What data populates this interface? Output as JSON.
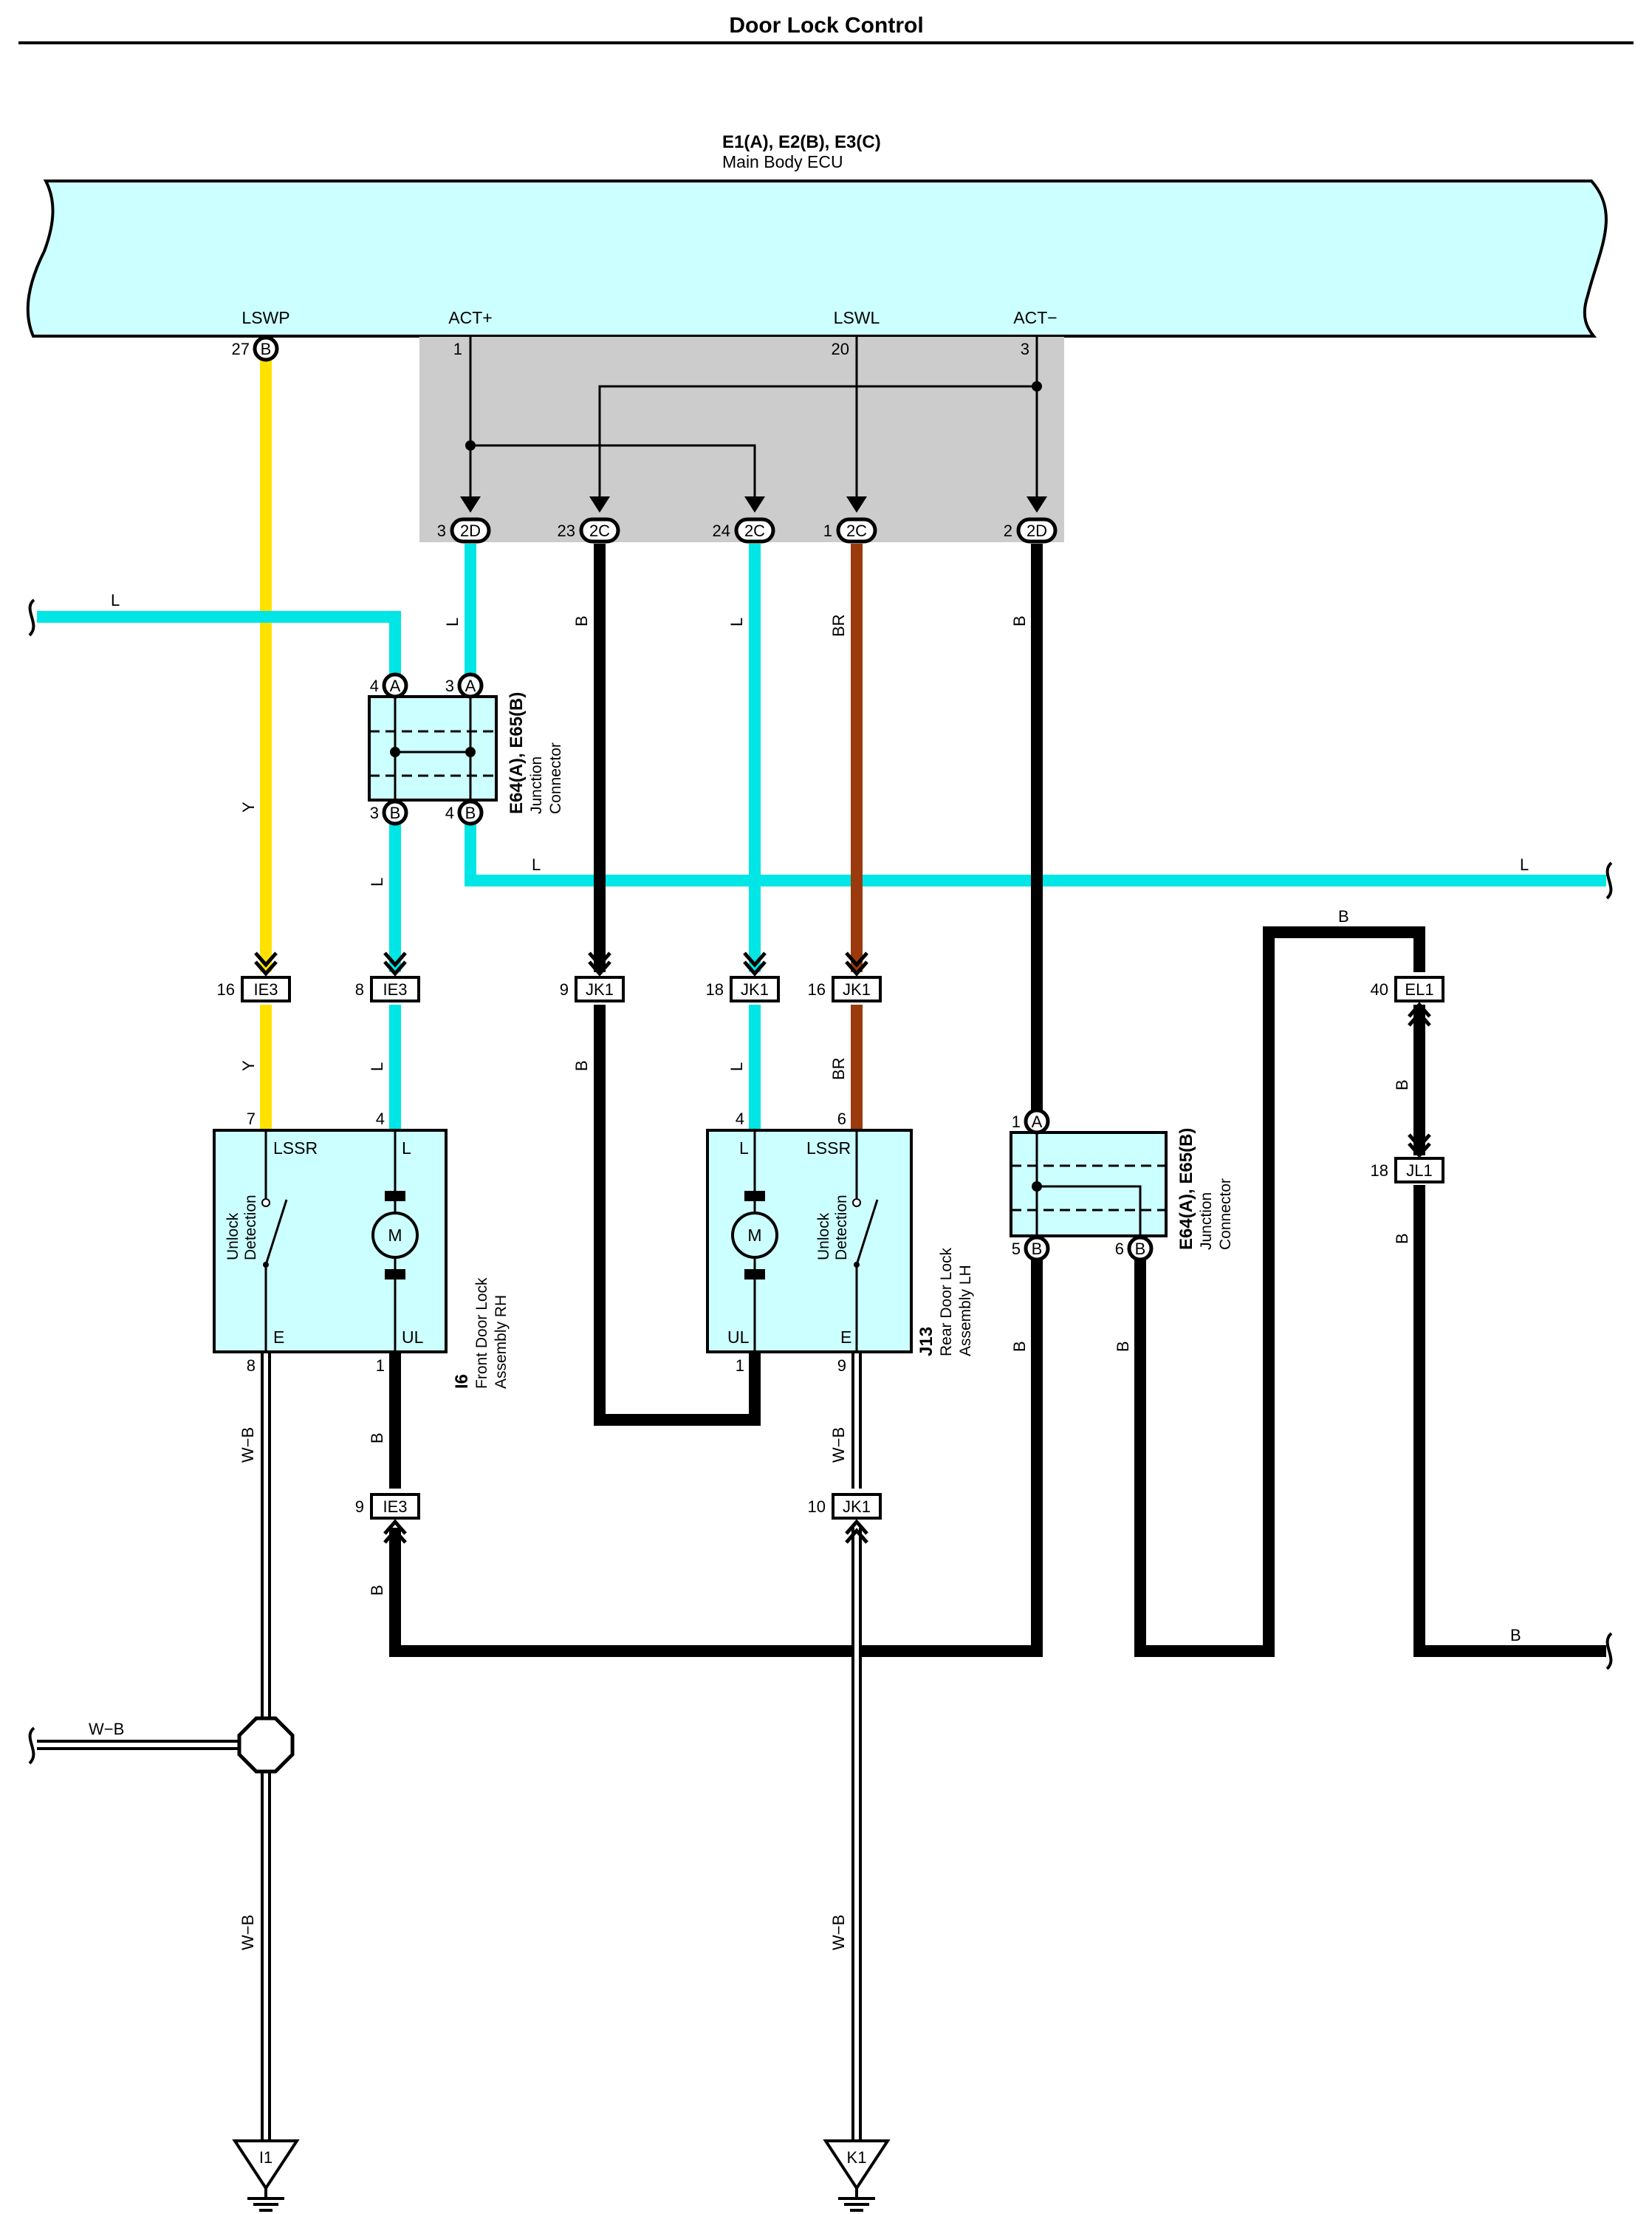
{
  "title": "Door Lock Control",
  "ecu": {
    "code": "E1(A), E2(B), E3(C)",
    "name": "Main Body ECU",
    "pins": {
      "lswp": {
        "label": "LSWP",
        "num": "27",
        "conn": "B"
      },
      "act_plus": {
        "label": "ACT+",
        "num": "1"
      },
      "lswl": {
        "label": "LSWL",
        "num": "20"
      },
      "act_minus": {
        "label": "ACT−",
        "num": "3"
      }
    }
  },
  "ecu_connectors": [
    {
      "num": "3",
      "code": "2D"
    },
    {
      "num": "23",
      "code": "2C"
    },
    {
      "num": "24",
      "code": "2C"
    },
    {
      "num": "1",
      "code": "2C"
    },
    {
      "num": "2",
      "code": "2D"
    }
  ],
  "junction_top": {
    "code": "E64(A), E65(B)",
    "line1": "Junction",
    "line2": "Connector",
    "pins": [
      {
        "num": "4",
        "code": "A"
      },
      {
        "num": "3",
        "code": "A"
      },
      {
        "num": "3",
        "code": "B"
      },
      {
        "num": "4",
        "code": "B"
      }
    ]
  },
  "junction_right": {
    "code": "E64(A), E65(B)",
    "line1": "Junction",
    "line2": "Connector",
    "pins": [
      {
        "num": "1",
        "code": "A"
      },
      {
        "num": "5",
        "code": "B"
      },
      {
        "num": "6",
        "code": "B"
      }
    ]
  },
  "inline_connectors": [
    {
      "num": "16",
      "code": "IE3"
    },
    {
      "num": "8",
      "code": "IE3"
    },
    {
      "num": "9",
      "code": "JK1"
    },
    {
      "num": "18",
      "code": "JK1"
    },
    {
      "num": "16",
      "code": "JK1"
    },
    {
      "num": "40",
      "code": "EL1"
    },
    {
      "num": "18",
      "code": "JL1"
    },
    {
      "num": "9",
      "code": "IE3"
    },
    {
      "num": "10",
      "code": "JK1"
    }
  ],
  "front_lock": {
    "code": "I6",
    "line1": "Front Door Lock",
    "line2": "Assembly RH",
    "pin_lssr": "LSSR",
    "pin_l": "L",
    "pin_e": "E",
    "pin_ul": "UL",
    "num_7": "7",
    "num_4": "4",
    "num_8": "8",
    "num_1": "1",
    "motor": "M",
    "switch_line1": "Unlock",
    "switch_line2": "Detection"
  },
  "rear_lock": {
    "code": "J13",
    "line1": "Rear Door Lock",
    "line2": "Assembly LH",
    "pin_l": "L",
    "pin_lssr": "LSSR",
    "pin_ul": "UL",
    "pin_e": "E",
    "num_4": "4",
    "num_6": "6",
    "num_1": "1",
    "num_9": "9",
    "motor": "M",
    "switch_line1": "Unlock",
    "switch_line2": "Detection"
  },
  "grounds": [
    {
      "code": "I1"
    },
    {
      "code": "K1"
    }
  ],
  "wire_labels": {
    "l": "L",
    "y": "Y",
    "b": "B",
    "br": "BR",
    "wb": "W−B"
  },
  "colors": {
    "ecu_fill": "#ccffff",
    "shade": "#cccccc",
    "wire_l": "#00e5e5",
    "wire_y": "#ffe100",
    "wire_br": "#9b3a0c",
    "wire_b": "#000000"
  }
}
